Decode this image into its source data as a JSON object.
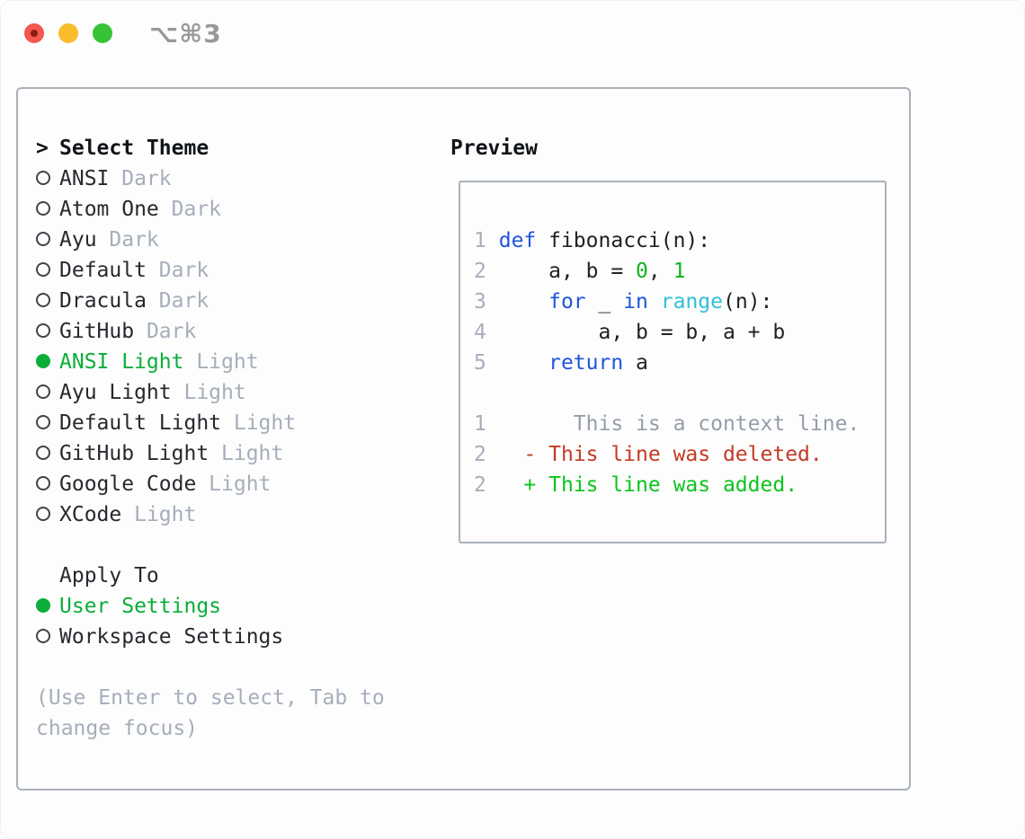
{
  "titlebar": {
    "shortcut": "⌥⌘3",
    "traffic_lights": [
      "close",
      "minimize",
      "zoom"
    ]
  },
  "theme_picker": {
    "header": {
      "prompt": ">",
      "label": "Select Theme"
    },
    "themes": [
      {
        "name": "ANSI",
        "variant": "Dark",
        "selected": false
      },
      {
        "name": "Atom One",
        "variant": "Dark",
        "selected": false
      },
      {
        "name": "Ayu",
        "variant": "Dark",
        "selected": false
      },
      {
        "name": "Default",
        "variant": "Dark",
        "selected": false
      },
      {
        "name": "Dracula",
        "variant": "Dark",
        "selected": false
      },
      {
        "name": "GitHub",
        "variant": "Dark",
        "selected": false
      },
      {
        "name": "ANSI Light",
        "variant": "Light",
        "selected": true
      },
      {
        "name": "Ayu Light",
        "variant": "Light",
        "selected": false
      },
      {
        "name": "Default Light",
        "variant": "Light",
        "selected": false
      },
      {
        "name": "GitHub Light",
        "variant": "Light",
        "selected": false
      },
      {
        "name": "Google Code",
        "variant": "Light",
        "selected": false
      },
      {
        "name": "XCode",
        "variant": "Light",
        "selected": false
      }
    ],
    "apply_to": {
      "label": "Apply To",
      "options": [
        {
          "name": "User Settings",
          "selected": true
        },
        {
          "name": "Workspace Settings",
          "selected": false
        }
      ]
    },
    "hint_lines": [
      "(Use Enter to select, Tab to",
      "change focus)"
    ]
  },
  "preview": {
    "label": "Preview",
    "lines": [
      {
        "n": "1",
        "s": [
          {
            "t": " "
          },
          {
            "t": "def",
            "c": "kw"
          },
          {
            "t": " fibonacci(n):"
          }
        ]
      },
      {
        "n": "2",
        "s": [
          {
            "t": "     a, b = "
          },
          {
            "t": "0",
            "c": "lit"
          },
          {
            "t": ", "
          },
          {
            "t": "1",
            "c": "lit"
          }
        ]
      },
      {
        "n": "3",
        "s": [
          {
            "t": "     "
          },
          {
            "t": "for",
            "c": "kw"
          },
          {
            "t": " _ "
          },
          {
            "t": "in",
            "c": "kw"
          },
          {
            "t": " "
          },
          {
            "t": "range",
            "c": "fn"
          },
          {
            "t": "(n):"
          }
        ]
      },
      {
        "n": "4",
        "s": [
          {
            "t": "         a, b = b, a + b"
          }
        ]
      },
      {
        "n": "5",
        "s": [
          {
            "t": "     "
          },
          {
            "t": "return",
            "c": "kw"
          },
          {
            "t": " a"
          }
        ]
      },
      {
        "n": "",
        "s": []
      },
      {
        "n": "1",
        "s": [
          {
            "t": "       This is a context line.",
            "c": "ctx"
          }
        ]
      },
      {
        "n": "2",
        "s": [
          {
            "t": "   - This line was deleted.",
            "c": "del"
          }
        ]
      },
      {
        "n": "2",
        "s": [
          {
            "t": "   + This line was added.",
            "c": "add"
          }
        ]
      }
    ]
  },
  "colors": {
    "panel_border": "#a9b0ba",
    "accent_green_selected": "#0aae38",
    "diff_added_green": "#0cc41c",
    "diff_deleted_red": "#c33a26",
    "literal_green": "#0db41e",
    "keyword_blue": "#1e55da",
    "builtin_cyan": "#2fc0d8",
    "muted_gray": "#a6aebb",
    "context_gray": "#959daa",
    "text_dark": "#1e2125",
    "traffic_red": "#f4574d",
    "traffic_yellow": "#f9bd2c",
    "traffic_green": "#36c338"
  }
}
